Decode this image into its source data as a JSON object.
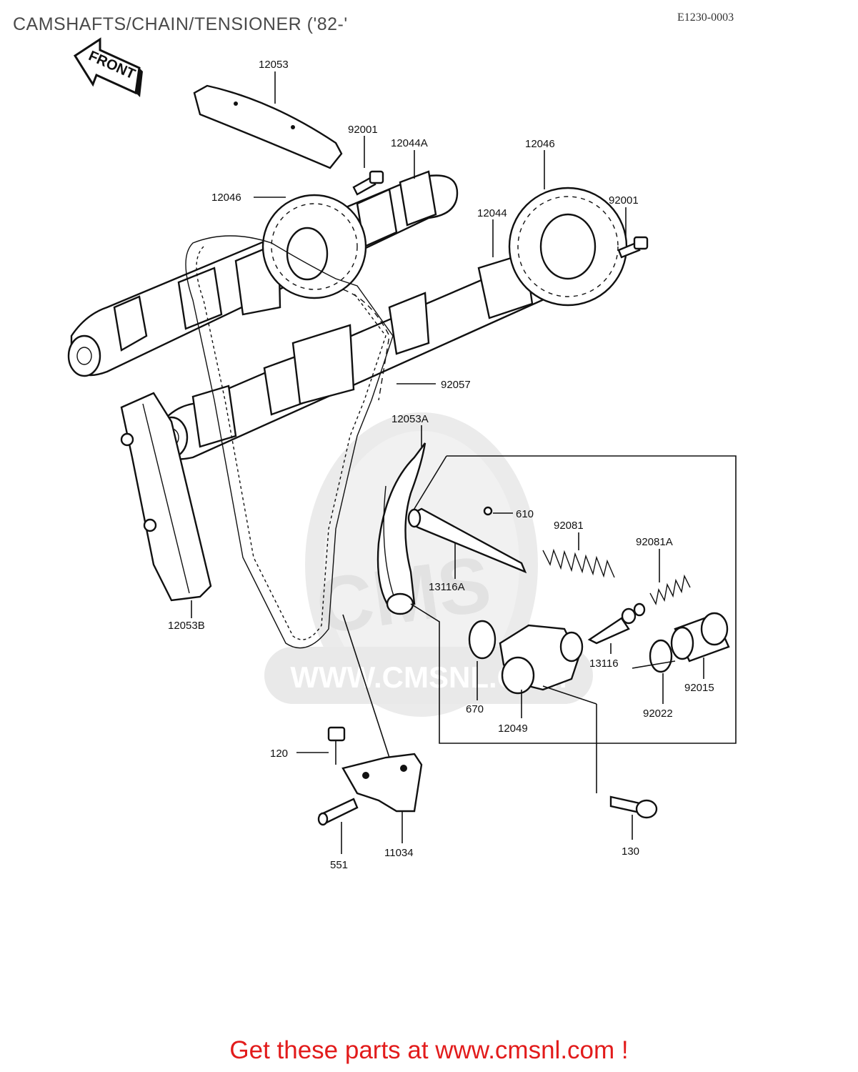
{
  "header": {
    "title": "CAMSHAFTS/CHAIN/TENSIONER ('82-'",
    "diagram_code": "E1230-0003"
  },
  "front_marker": {
    "label": "FRONT",
    "icon": "front-arrow-icon"
  },
  "watermark": {
    "text": "WWW.CMSNL.COM",
    "logo": "CMS"
  },
  "parts": [
    "12053",
    "92001",
    "12044A",
    "12046",
    "12046",
    "92001",
    "12044",
    "92057",
    "12053A",
    "610",
    "92081",
    "92081A",
    "13116A",
    "12053B",
    "13116",
    "670",
    "12049",
    "92015",
    "92022",
    "120",
    "551",
    "11034",
    "130"
  ],
  "footer": {
    "text": "Get these parts at www.cmsnl.com !",
    "color": "#e21b1b"
  }
}
